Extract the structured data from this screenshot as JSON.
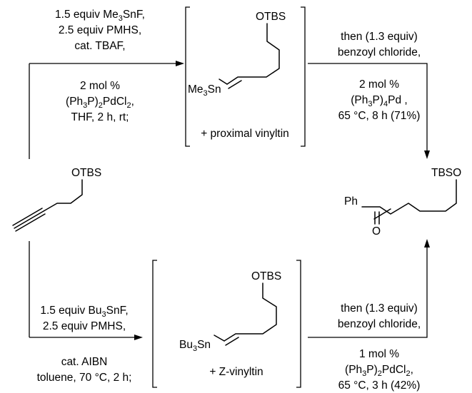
{
  "top_route": {
    "conditions_above": [
      "1.5 equiv Me3SnF,",
      "2.5 equiv PMHS,",
      "cat. TBAF,"
    ],
    "conditions_below": [
      "2 mol %",
      "(Ph3P)2PdCl2,",
      "THF, 2 h, rt;"
    ],
    "intermediate": {
      "group": "OTBS",
      "tin": "Me3Sn",
      "note": "+ proximal vinyltin"
    },
    "step2_above": [
      "then (1.3 equiv)",
      "benzoyl chloride,"
    ],
    "step2_below": [
      "2 mol %",
      "(Ph3P)4Pd ,",
      "65 °C, 8 h (71%)"
    ]
  },
  "bottom_route": {
    "conditions_above": [
      "1.5 equiv Bu3SnF,",
      "2.5 equiv PMHS,"
    ],
    "conditions_below": [
      "cat. AIBN",
      "toluene, 70 °C, 2 h;"
    ],
    "intermediate": {
      "group": "OTBS",
      "tin": "Bu3Sn",
      "note": "+ Z-vinyltin"
    },
    "step2_above": [
      "then (1.3 equiv)",
      "benzoyl chloride,"
    ],
    "step2_below": [
      "1 mol %",
      "(Ph3P)2PdCl2,",
      "65 °C, 3 h (42%)"
    ]
  },
  "starting_material": {
    "group": "OTBS"
  },
  "product": {
    "silyl": "TBSO",
    "aryl": "Ph",
    "oxygen": "O"
  }
}
